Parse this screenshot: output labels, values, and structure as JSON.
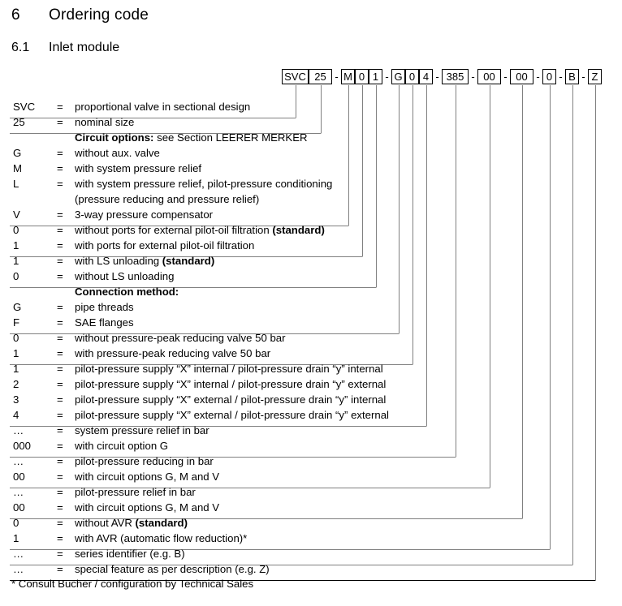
{
  "document": {
    "section_number": "6",
    "section_title": "Ordering code",
    "subsection_number": "6.1",
    "subsection_title": "Inlet module",
    "footnote": "* Consult Bucher / configuration by Technical Sales"
  },
  "ordering_code": {
    "segments": [
      {
        "type": "box",
        "value": "SVC",
        "width": "wide"
      },
      {
        "type": "box",
        "value": "25",
        "width": "mid"
      },
      {
        "type": "sep",
        "value": "-"
      },
      {
        "type": "box",
        "value": "M",
        "width": "narrow"
      },
      {
        "type": "box",
        "value": "0",
        "width": "narrow"
      },
      {
        "type": "box",
        "value": "1",
        "width": "narrow"
      },
      {
        "type": "sep",
        "value": "-"
      },
      {
        "type": "box",
        "value": "G",
        "width": "narrow"
      },
      {
        "type": "box",
        "value": "0",
        "width": "narrow"
      },
      {
        "type": "box",
        "value": "4",
        "width": "narrow"
      },
      {
        "type": "sep",
        "value": "-"
      },
      {
        "type": "box",
        "value": "385",
        "width": "wide"
      },
      {
        "type": "sep",
        "value": "-"
      },
      {
        "type": "box",
        "value": "00",
        "width": "mid"
      },
      {
        "type": "sep",
        "value": "-"
      },
      {
        "type": "box",
        "value": "00",
        "width": "mid"
      },
      {
        "type": "sep",
        "value": "-"
      },
      {
        "type": "box",
        "value": "0",
        "width": "narrow"
      },
      {
        "type": "sep",
        "value": "-"
      },
      {
        "type": "box",
        "value": "B",
        "width": "narrow"
      },
      {
        "type": "sep",
        "value": "-"
      },
      {
        "type": "box",
        "value": "Z",
        "width": "narrow"
      }
    ]
  },
  "legend_groups": [
    {
      "id": "svc",
      "rows": [
        {
          "key": "SVC",
          "eq": "=",
          "desc": "proportional valve in sectional design"
        }
      ]
    },
    {
      "id": "size",
      "rows": [
        {
          "key": "25",
          "eq": "=",
          "desc": "nominal size"
        }
      ]
    },
    {
      "id": "circuit-options",
      "header": "Circuit options:",
      "header_rest": " see Section LEERER MERKER",
      "rows": [
        {
          "key": "G",
          "eq": "=",
          "desc": "without aux. valve"
        },
        {
          "key": "M",
          "eq": "=",
          "desc": "with system pressure relief"
        },
        {
          "key": "L",
          "eq": "=",
          "desc": "with system pressure relief, pilot-pressure conditioning"
        },
        {
          "key": "",
          "eq": "",
          "desc": "(pressure reducing and pressure relief)"
        },
        {
          "key": "V",
          "eq": "=",
          "desc": "3-way pressure compensator"
        }
      ]
    },
    {
      "id": "pilot-oil-filtration",
      "rows": [
        {
          "key": "0",
          "eq": "=",
          "desc": "without ports for external pilot-oil filtration ",
          "bold_tail": "(standard)"
        },
        {
          "key": "1",
          "eq": "=",
          "desc": "with ports for external pilot-oil filtration"
        }
      ]
    },
    {
      "id": "ls-unloading",
      "rows": [
        {
          "key": "1",
          "eq": "=",
          "desc": "with LS unloading ",
          "bold_tail": "(standard)"
        },
        {
          "key": "0",
          "eq": "=",
          "desc": "without LS unloading"
        }
      ]
    },
    {
      "id": "connection-method",
      "header": "Connection method:",
      "header_rest": "",
      "rows": [
        {
          "key": "G",
          "eq": "=",
          "desc": "pipe threads"
        },
        {
          "key": "F",
          "eq": "=",
          "desc": "SAE flanges"
        }
      ]
    },
    {
      "id": "pressure-peak",
      "rows": [
        {
          "key": "0",
          "eq": "=",
          "desc": "without pressure-peak reducing valve 50 bar"
        },
        {
          "key": "1",
          "eq": "=",
          "desc": "with pressure-peak reducing valve 50 bar"
        }
      ]
    },
    {
      "id": "pilot-supply-drain",
      "rows": [
        {
          "key": "1",
          "eq": "=",
          "desc": "pilot-pressure supply “X” internal / pilot-pressure drain “y” internal"
        },
        {
          "key": "2",
          "eq": "=",
          "desc": "pilot-pressure supply “X” internal / pilot-pressure drain “y” external"
        },
        {
          "key": "3",
          "eq": "=",
          "desc": "pilot-pressure supply “X” external / pilot-pressure drain “y” internal"
        },
        {
          "key": "4",
          "eq": "=",
          "desc": "pilot-pressure supply “X” external / pilot-pressure drain “y” external"
        }
      ]
    },
    {
      "id": "system-pressure-relief",
      "rows": [
        {
          "key": "…",
          "eq": "=",
          "desc": "system pressure relief in bar"
        },
        {
          "key": "000",
          "eq": "=",
          "desc": "with circuit option G"
        }
      ]
    },
    {
      "id": "pilot-pressure-reducing",
      "rows": [
        {
          "key": "…",
          "eq": "=",
          "desc": "pilot-pressure reducing in bar"
        },
        {
          "key": "00",
          "eq": "=",
          "desc": "with circuit options G, M and V"
        }
      ]
    },
    {
      "id": "pilot-pressure-relief",
      "rows": [
        {
          "key": "…",
          "eq": "=",
          "desc": "pilot-pressure relief in bar"
        },
        {
          "key": "00",
          "eq": "=",
          "desc": "with circuit options G, M and V"
        }
      ]
    },
    {
      "id": "avr",
      "rows": [
        {
          "key": "0",
          "eq": "=",
          "desc": "without AVR ",
          "bold_tail": "(standard)"
        },
        {
          "key": "1",
          "eq": "=",
          "desc": "with AVR (automatic flow reduction)*"
        }
      ]
    },
    {
      "id": "series-identifier",
      "rows": [
        {
          "key": "…",
          "eq": "=",
          "desc": "series identifier (e.g. B)"
        }
      ]
    },
    {
      "id": "special-feature",
      "rows": [
        {
          "key": "…",
          "eq": "=",
          "desc": "special feature as per description (e.g. Z)"
        }
      ]
    }
  ],
  "colors": {
    "ink": "#000000",
    "rule": "#808080",
    "page": "#ffffff"
  }
}
